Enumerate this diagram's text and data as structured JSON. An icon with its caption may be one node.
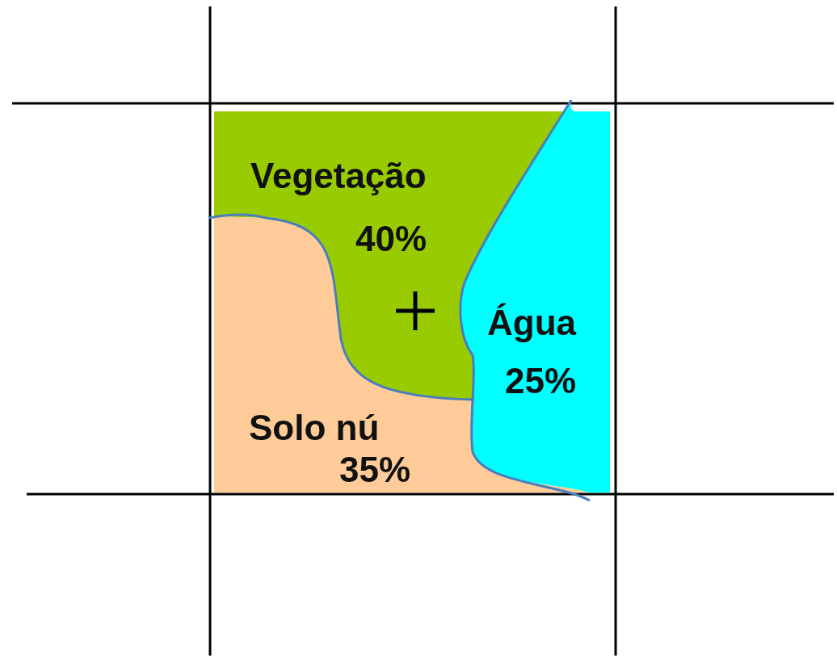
{
  "diagram": {
    "nodes": [
      {
        "text": [
          "Vegetação",
          "40%"
        ]
      },
      {
        "text": [
          "Água",
          "25%"
        ]
      },
      {
        "text": [
          "Solo nú",
          "35%"
        ]
      }
    ]
  }
}
